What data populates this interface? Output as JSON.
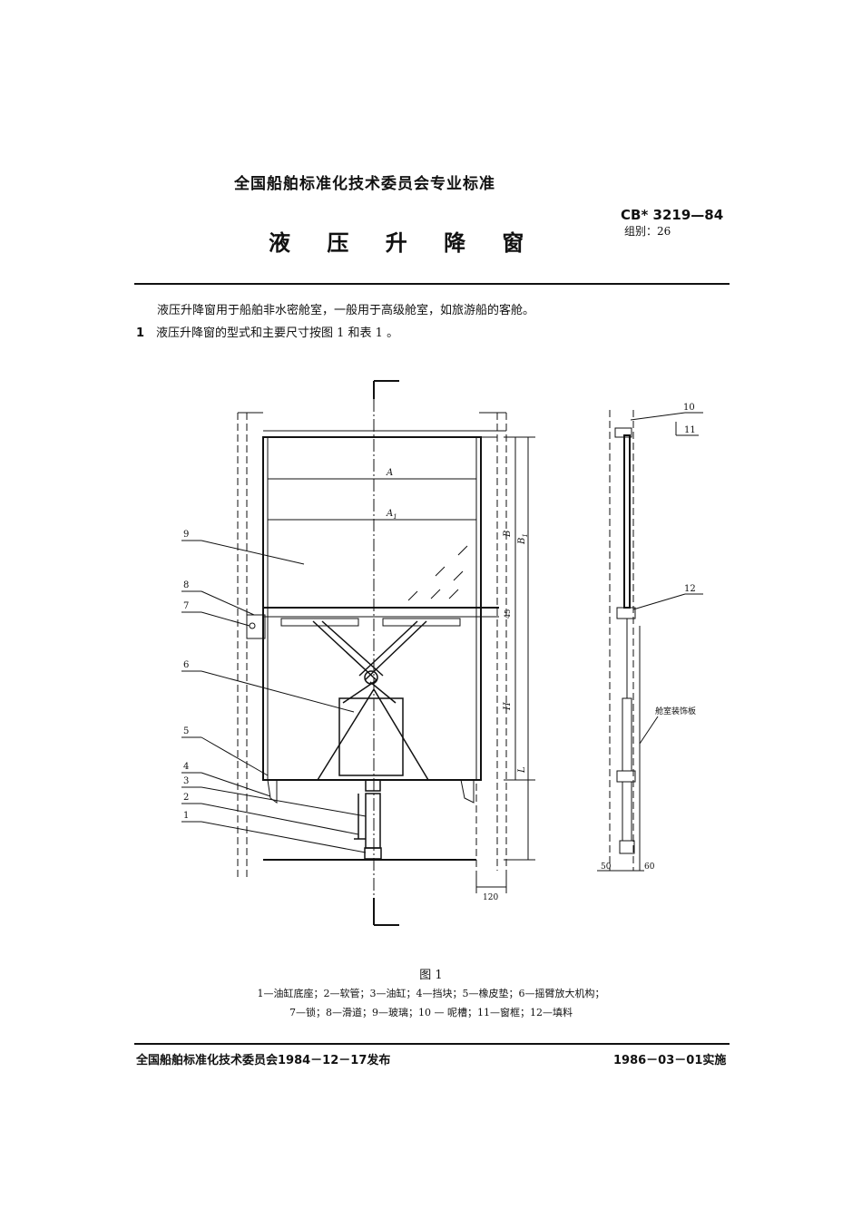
{
  "header": {
    "organization": "全国船舶标准化技术委员会专业标准",
    "title": "液 压 升 降 窗",
    "standard_code": "CB* 3219—84",
    "group": "组别：26"
  },
  "body": {
    "intro": "液压升降窗用于船舶非水密舱室，一般用于高级舱室，如旅游船的客舱。",
    "clause_number": "1",
    "clause_text": "液压升降窗的型式和主要尺寸按图 1 和表 1 。"
  },
  "drawing": {
    "callouts": [
      "1",
      "2",
      "3",
      "4",
      "5",
      "6",
      "7",
      "8",
      "9",
      "10",
      "11",
      "12"
    ],
    "dimensions": {
      "A": "A",
      "A1": "A",
      "A1_sub": "1",
      "B": "B",
      "B1": "B",
      "B1_sub": "1",
      "H": "H",
      "L": "L",
      "h": "45",
      "width_120": "120",
      "side_50": "50",
      "side_60": "60"
    },
    "side_label": "舱室装饰板"
  },
  "figure": {
    "caption": "图 1",
    "legend_line1": "1—油缸底座；2—软管；3—油缸；4—挡块；5—橡皮垫；6—摇臂放大机构；",
    "legend_line2": "7—锁；8—滑道；9—玻璃；10 — 呢槽；11—窗框；12—填料"
  },
  "footer": {
    "issued": "全国船舶标准化技术委员会1984－12－17发布",
    "effective": "1986－03－01实施"
  }
}
